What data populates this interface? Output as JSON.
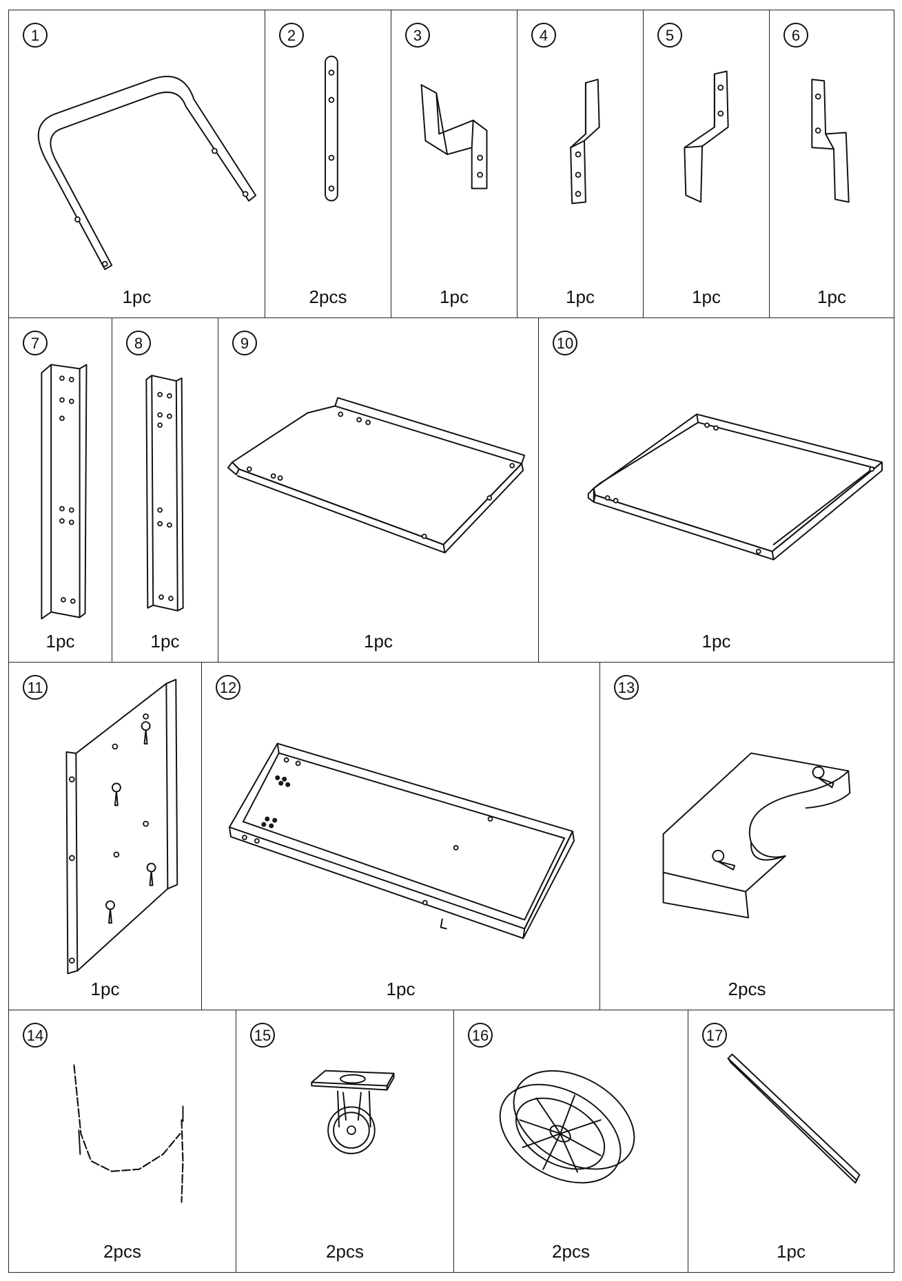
{
  "sheet": {
    "parts": [
      {
        "number": "1",
        "quantity": "1pc",
        "icon": "u-handle-icon"
      },
      {
        "number": "2",
        "quantity": "2pcs",
        "icon": "flat-bar-icon"
      },
      {
        "number": "3",
        "quantity": "1pc",
        "icon": "z-bracket-icon"
      },
      {
        "number": "4",
        "quantity": "1pc",
        "icon": "offset-bracket-icon"
      },
      {
        "number": "5",
        "quantity": "1pc",
        "icon": "offset-bracket-icon"
      },
      {
        "number": "6",
        "quantity": "1pc",
        "icon": "z-bracket-icon"
      },
      {
        "number": "7",
        "quantity": "1pc",
        "icon": "channel-post-icon"
      },
      {
        "number": "8",
        "quantity": "1pc",
        "icon": "channel-post-icon"
      },
      {
        "number": "9",
        "quantity": "1pc",
        "icon": "frame-panel-icon"
      },
      {
        "number": "10",
        "quantity": "1pc",
        "icon": "tray-frame-icon"
      },
      {
        "number": "11",
        "quantity": "1pc",
        "icon": "back-panel-icon"
      },
      {
        "number": "12",
        "quantity": "1pc",
        "icon": "base-tray-icon"
      },
      {
        "number": "13",
        "quantity": "2pcs",
        "icon": "cylinder-holder-icon"
      },
      {
        "number": "14",
        "quantity": "2pcs",
        "icon": "chain-icon"
      },
      {
        "number": "15",
        "quantity": "2pcs",
        "icon": "caster-icon"
      },
      {
        "number": "16",
        "quantity": "2pcs",
        "icon": "wheel-icon"
      },
      {
        "number": "17",
        "quantity": "1pc",
        "icon": "axle-rod-icon"
      }
    ]
  }
}
